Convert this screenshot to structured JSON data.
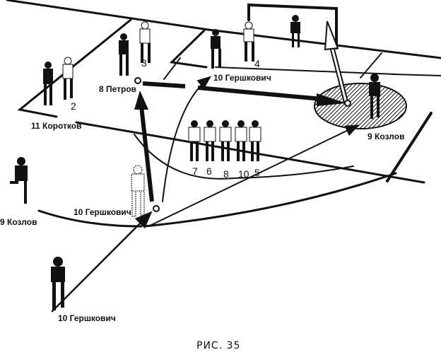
{
  "caption": "РИС. 35",
  "labels": {
    "korotkov": "11 Коротков",
    "petrov": "8 Петров",
    "gershkovich_top": "10 Гершкович",
    "kozlov_right": "9 Козлов",
    "kozlov_left": "9 Козлов",
    "gershkovich_mid": "10 Гершкович",
    "gershkovich_bottom": "10 Гершкович"
  },
  "defender_numbers": {
    "n2": "2",
    "n3": "3",
    "n4": "4"
  },
  "wall_numbers": [
    "7",
    "6",
    "8",
    "10",
    "5"
  ]
}
